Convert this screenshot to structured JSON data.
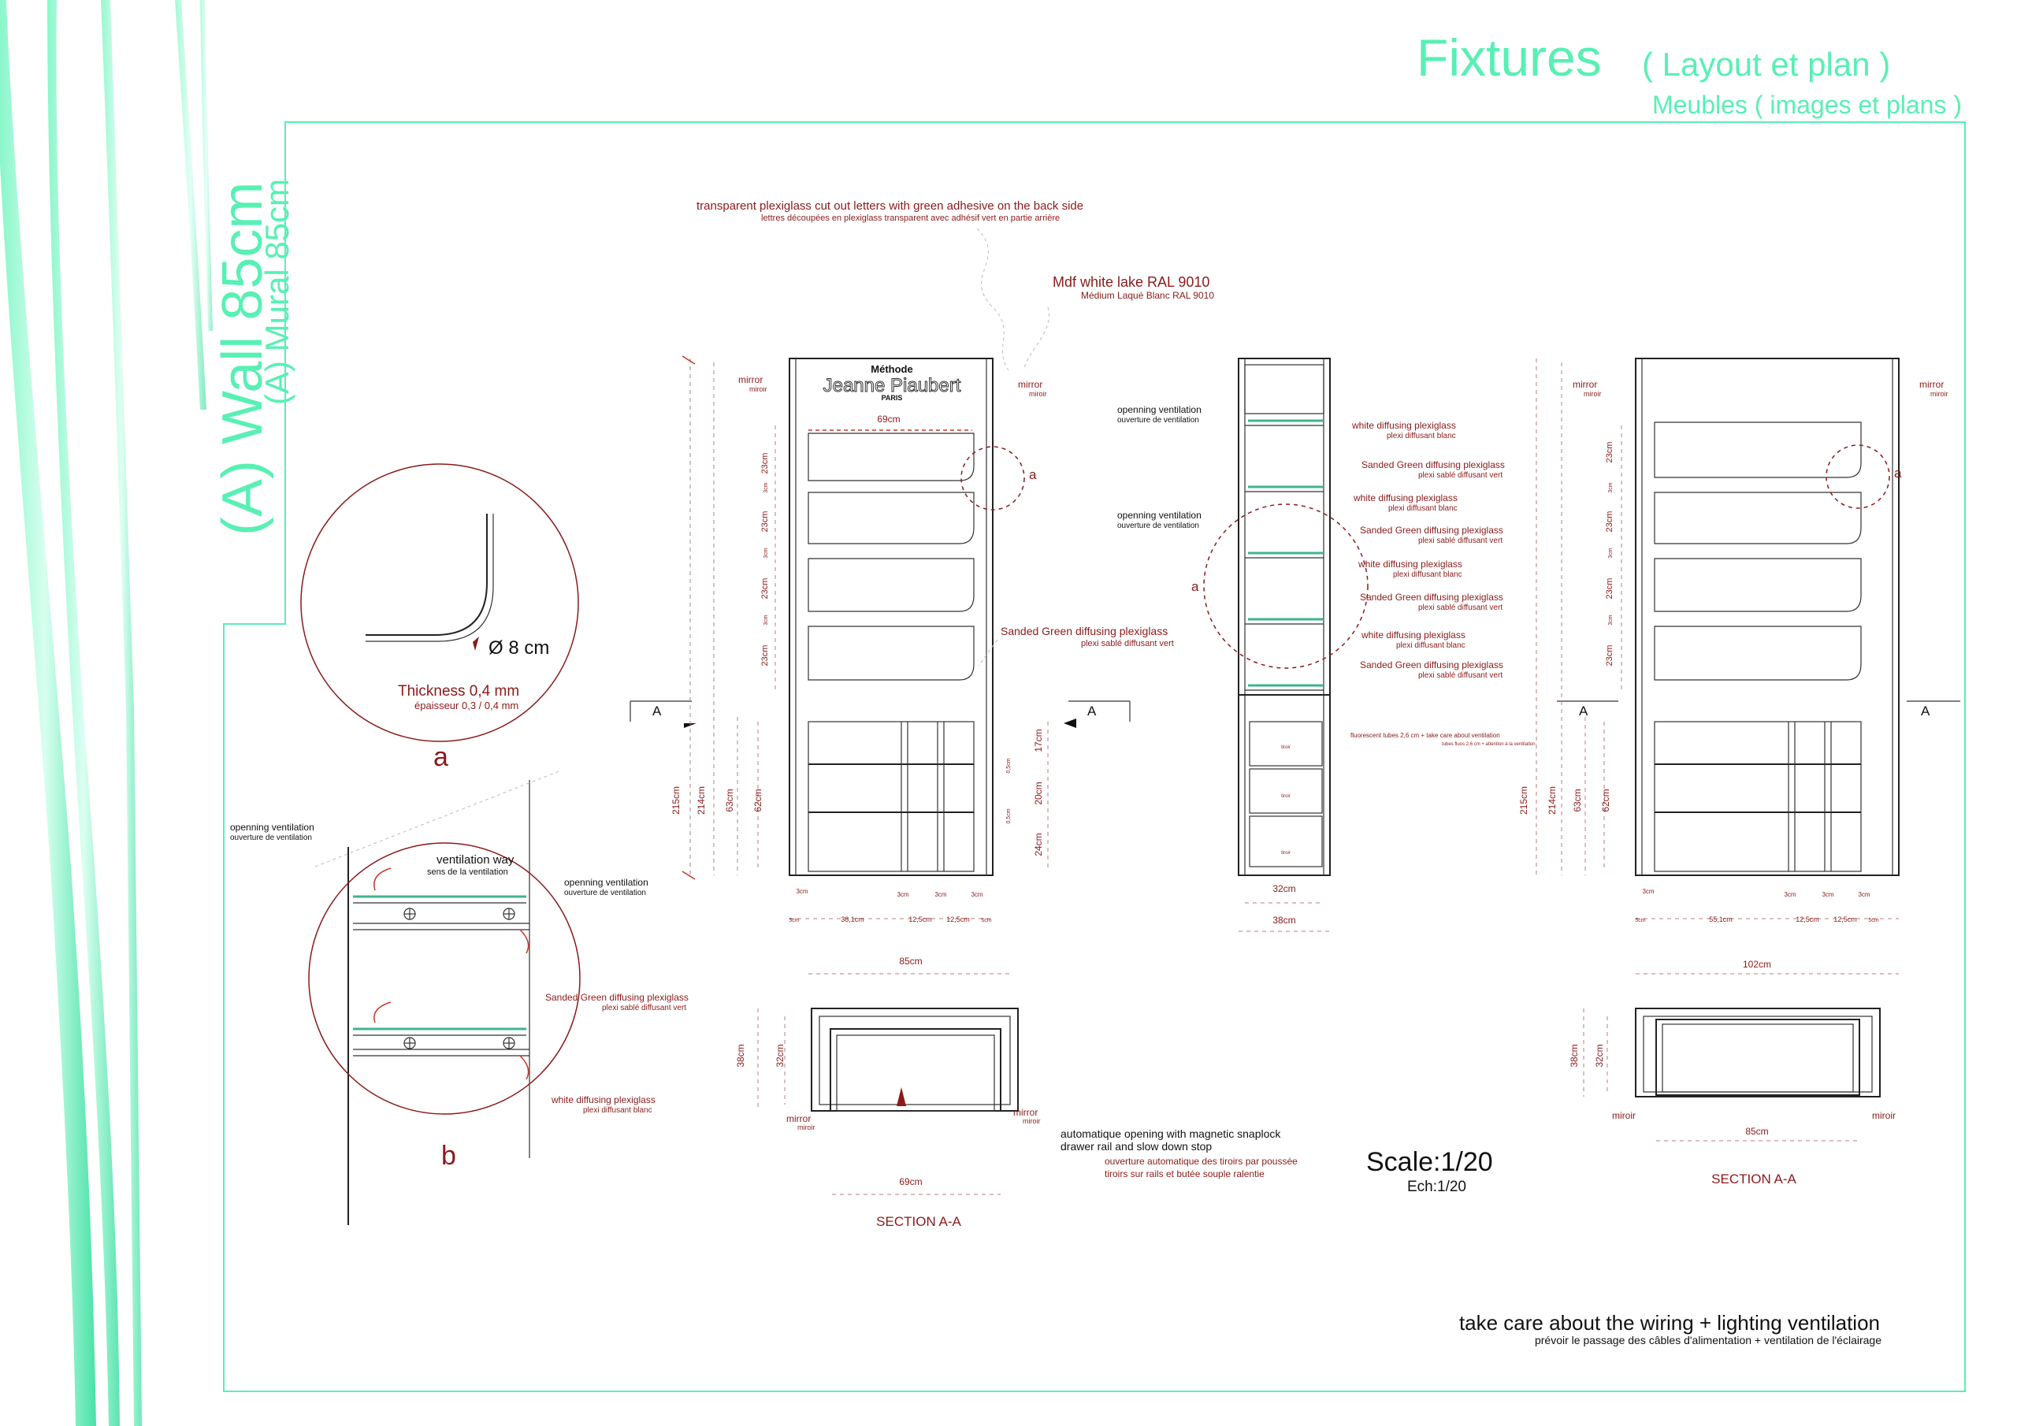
{
  "header": {
    "title": "Fixtures",
    "title_paren": "( Layout et plan )",
    "subtitle": "Meubles ( images et plans )"
  },
  "side_title": {
    "main": "(A) Wall 85cm",
    "sub": "(A) Mural 85cm"
  },
  "detail_a": {
    "diameter": "Ø 8 cm",
    "thickness": "Thickness  0,4  mm",
    "thickness_fr": "épaisseur 0,3 /  0,4  mm",
    "label": "a"
  },
  "detail_b": {
    "vent_open": "openning ventilation",
    "vent_open_fr": "ouverture de ventilation",
    "vent_way": "ventilation way",
    "vent_way_fr": "sens de la ventilation",
    "vent_open2": "openning ventilation",
    "vent_open2_fr": "ouverture de ventilation",
    "sanded": "Sanded Green diffusing plexiglass",
    "sanded_fr": "plexi sablé diffusant vert",
    "white": "white diffusing plexiglass",
    "white_fr": "plexi diffusant blanc",
    "label": "b"
  },
  "front_view": {
    "letters_note": "transparent plexiglass cut out letters with green adhesive on the back side",
    "letters_note_fr": "lettres découpées en plexiglass transparent avec adhésif vert en partie arrière",
    "mdf": "Mdf white lake RAL  9010",
    "mdf_fr": "Médium Laqué Blanc RAL  9010",
    "logo_top": "Méthode",
    "logo_main": "Jeanne Piaubert",
    "logo_sub": "PARIS",
    "mirror": "mirror",
    "mirror_fr": "miroir",
    "width_69": "69cm",
    "shelf_23": "23cm",
    "gap_3": "3cm",
    "sanded": "Sanded Green diffusing plexiglass",
    "sanded_fr": "plexi sablé diffusant vert",
    "detail_ref": "a",
    "section_mark": "A",
    "dim_215": "215cm",
    "dim_214": "214cm",
    "dim_63": "63cm",
    "dim_62": "62cm",
    "dim_17": "17cm",
    "dim_05": "0,5cm",
    "dim_20": "20cm",
    "dim_24": "24cm",
    "bottom_3": "3cm",
    "bottom_5": "5cm",
    "bottom_381": "38,1cm",
    "bottom_125": "12,5cm",
    "width_85": "85cm"
  },
  "side_view": {
    "vent1": "openning ventilation",
    "vent1_fr": "ouverture de ventilation",
    "vent2": "openning ventilation",
    "vent2_fr": "ouverture de ventilation",
    "white": "white diffusing plexiglass",
    "white_fr": "plexi diffusant blanc",
    "sanded": "Sanded Green diffusing plexiglass",
    "sanded_fr": "plexi sablé diffusant vert",
    "fluo": "fluorescent tubes 2,6 cm + take care about ventilation",
    "fluo_fr": "tubes fluos 2,6 cm + attention à la ventilation",
    "drawer_label": "tiroir",
    "detail_ref": "a",
    "dim_32": "32cm",
    "dim_38": "38cm"
  },
  "section_left": {
    "dim_38": "38cm",
    "dim_32": "32cm",
    "mirror": "mirror",
    "mirror_fr": "miroir",
    "width_69": "69cm",
    "title": "SECTION   A-A",
    "auto_open": "automatique opening with magnetic snaplock",
    "drawer_rail": "drawer rail and slow down stop",
    "auto_open_fr": "ouverture automatique des tiroirs par poussée",
    "drawer_rail_fr": "tiroirs sur rails  et butée souple ralentie"
  },
  "scale": {
    "main": "Scale:1/20",
    "fr": "Ech:1/20"
  },
  "right_view": {
    "mirror": "mirror",
    "mirror_fr": "miroir",
    "detail_ref": "a",
    "section_mark": "A",
    "shelf_23": "23cm",
    "gap_3": "3cm",
    "dim_215": "215cm",
    "dim_214": "214cm",
    "dim_63": "63cm",
    "dim_62": "62cm",
    "bottom_3": "3cm",
    "bottom_5": "5cm",
    "bottom_551": "55,1cm",
    "bottom_125": "12,5cm",
    "width_102": "102cm",
    "dim_38": "38cm",
    "dim_32": "32cm",
    "miroir": "miroir",
    "width_85": "85cm",
    "title": "SECTION   A-A"
  },
  "footer": {
    "note": "take care about the wiring + lighting ventilation",
    "note_fr": "prévoir le passage des câbles d'alimentation + ventilation de l'éclairage"
  },
  "colors": {
    "accent_green": "#58f0b4",
    "annotation_red": "#8b1a1a"
  }
}
